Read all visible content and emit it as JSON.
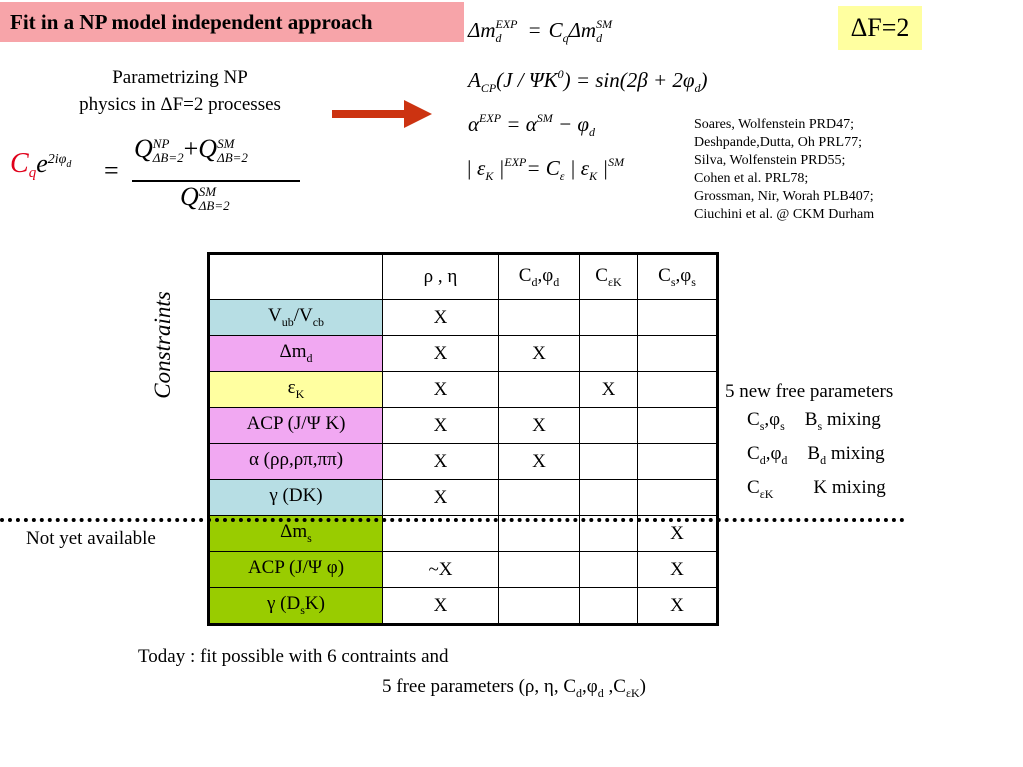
{
  "title": "Fit in a NP model independent approach",
  "delta_f_box": "ΔF=2",
  "intro": {
    "line1": "Parametrizing NP",
    "line2": "physics in ΔF=2 processes"
  },
  "formula_main": {
    "lhs_c": "C",
    "lhs_q": "q",
    "lhs_e": "e",
    "lhs_exp": "2iφ",
    "lhs_exp_sub": "d",
    "num_q1": "Q",
    "num_q1_sup": "NP",
    "num_q1_sub": "ΔB=2",
    "plus": "+",
    "num_q2": "Q",
    "num_q2_sup": "SM",
    "num_q2_sub": "ΔB=2",
    "den_q": "Q",
    "den_sup": "SM",
    "den_sub": "ΔB=2"
  },
  "equations": {
    "eq1": {
      "lhs": "Δm",
      "lhs_sup": "EXP",
      "lhs_sub": "d",
      "rhs_c": "C",
      "rhs_c_sub": "q",
      "rhs_m": "Δm",
      "rhs_sup": "SM",
      "rhs_sub": "d"
    },
    "eq2": {
      "lhs": "A",
      "lhs_sub": "CP",
      "arg": "(J / ΨK",
      "arg_sup": "0",
      "rhs": ") = sin(2β + 2φ",
      "rhs_sub": "d",
      "end": ")"
    },
    "eq3": {
      "lhs": "α",
      "lhs_sup": "EXP",
      "mid": "= α",
      "mid_sup": "SM",
      "rhs": "− φ",
      "rhs_sub": "d"
    },
    "eq4": {
      "lhs": "| ε",
      "lhs_sub": "K",
      "lhs_bar": " |",
      "lhs_sup": "EXP",
      "rhs_c": "= C",
      "rhs_c_sub": "ε",
      "rhs": " | ε",
      "rhs_sub": "K",
      "rhs_bar": " |",
      "rhs_sup": "SM"
    }
  },
  "references": [
    "Soares, Wolfenstein PRD47;",
    "Deshpande,Dutta, Oh PRL77;",
    "Silva, Wolfenstein PRD55;",
    "Cohen et al. PRL78;",
    "Grossman, Nir, Worah PLB407;",
    "Ciuchini et al. @ CKM Durham"
  ],
  "table": {
    "headers": {
      "h1": "ρ , η",
      "h2": "C",
      "h2_sub": "d",
      "h2_mid": ",φ",
      "h2_sub2": "d",
      "h3": "C",
      "h3_sub": "εK",
      "h4": "C",
      "h4_sub": "s",
      "h4_mid": ",φ",
      "h4_sub2": "s"
    },
    "rows": [
      {
        "label": "V",
        "sub": "ub",
        "mid": "/V",
        "sub2": "cb",
        "c1": "X",
        "c2": "",
        "c3": "",
        "c4": ""
      },
      {
        "label": "Δm",
        "sub": "d",
        "mid": "",
        "sub2": "",
        "c1": "X",
        "c2": "X",
        "c3": "",
        "c4": ""
      },
      {
        "label": "ε",
        "sub": "K",
        "mid": "",
        "sub2": "",
        "c1": "X",
        "c2": "",
        "c3": "X",
        "c4": ""
      },
      {
        "label": "ACP (J/Ψ K)",
        "sub": "",
        "mid": "",
        "sub2": "",
        "c1": "X",
        "c2": "X",
        "c3": "",
        "c4": ""
      },
      {
        "label": "α (ρρ,ρπ,ππ)",
        "sub": "",
        "mid": "",
        "sub2": "",
        "c1": "X",
        "c2": "X",
        "c3": "",
        "c4": ""
      },
      {
        "label": "γ  (DK)",
        "sub": "",
        "mid": "",
        "sub2": "",
        "c1": "X",
        "c2": "",
        "c3": "",
        "c4": ""
      },
      {
        "label": "Δm",
        "sub": "s",
        "mid": "",
        "sub2": "",
        "c1": "",
        "c2": "",
        "c3": "",
        "c4": "X"
      },
      {
        "label": "ACP (J/Ψ φ)",
        "sub": "",
        "mid": "",
        "sub2": "",
        "c1": "~X",
        "c2": "",
        "c3": "",
        "c4": "X"
      },
      {
        "label": "γ (D",
        "sub": "s",
        "mid": "K)",
        "sub2": "",
        "c1": "X",
        "c2": "",
        "c3": "",
        "c4": "X"
      }
    ]
  },
  "constraints_label": "Constraints",
  "not_yet": "Not yet available",
  "free_params": {
    "title": "5 new free parameters",
    "l1_a": "C",
    "l1_a_sub": "s",
    "l1_b": ",φ",
    "l1_b_sub": "s",
    "l1_c": "B",
    "l1_c_sub": "s",
    "l1_d": " mixing",
    "l2_a": "C",
    "l2_a_sub": "d",
    "l2_b": ",φ",
    "l2_b_sub": "d",
    "l2_c": "B",
    "l2_c_sub": "d",
    "l2_d": " mixing",
    "l3_a": "C",
    "l3_a_sub": "εK",
    "l3_c": "K mixing"
  },
  "today": {
    "line1": "Today :  fit possible with  6 contraints and",
    "line2_a": "5 free parameters   (ρ, η, C",
    "line2_sub1": "d",
    "line2_b": ",φ",
    "line2_sub2": "d",
    "line2_c": " ,C",
    "line2_sub3": "εK",
    "line2_d": ")"
  },
  "colors": {
    "title_bg": "#f7a4a9",
    "deltaf_bg": "#ffffa0",
    "arrow": "#cc3311",
    "red_c": "#e0001a",
    "blue": "#b7dee4",
    "pink": "#f1a8f2",
    "yellow": "#ffffa0",
    "green": "#99cc00"
  }
}
